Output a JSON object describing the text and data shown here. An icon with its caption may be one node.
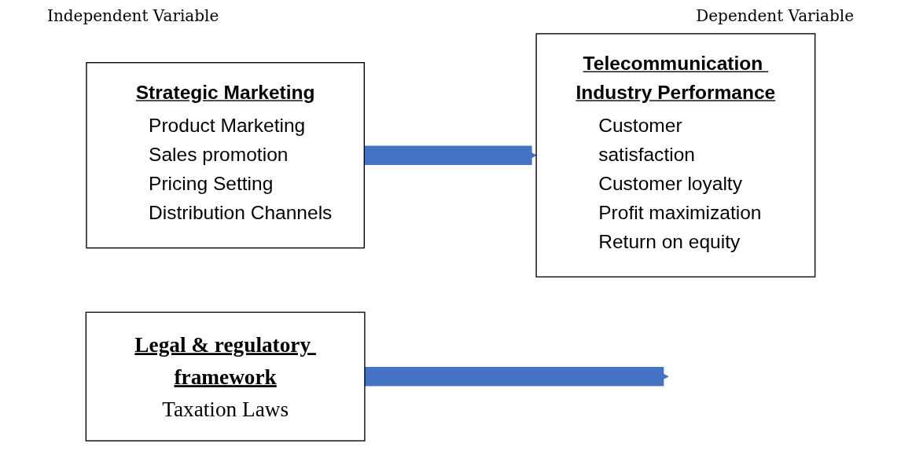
{
  "diagram": {
    "nodes": [
      {
        "text": [
          "Strategic Marketing",
          "Product Marketing",
          "Sales promotion",
          "Pricing Setting",
          "Distribution Channels"
        ]
      },
      {
        "text": [
          "Telecommunication Industry Performance",
          "Customer satisfaction",
          "Customer loyalty",
          "Profit maximization",
          "Return on equity"
        ]
      },
      {
        "text": [
          "Legal & regulatory framework",
          "Taxation Laws"
        ]
      }
    ],
    "edges": [
      {
        "from": 0,
        "to": 1,
        "arrow": "to",
        "color": "#4472c4"
      },
      {
        "from": 2,
        "to": null,
        "arrow": "to",
        "color": "#4472c4"
      }
    ],
    "labels": [
      "Independent Variable",
      "Dependent Variable"
    ]
  }
}
